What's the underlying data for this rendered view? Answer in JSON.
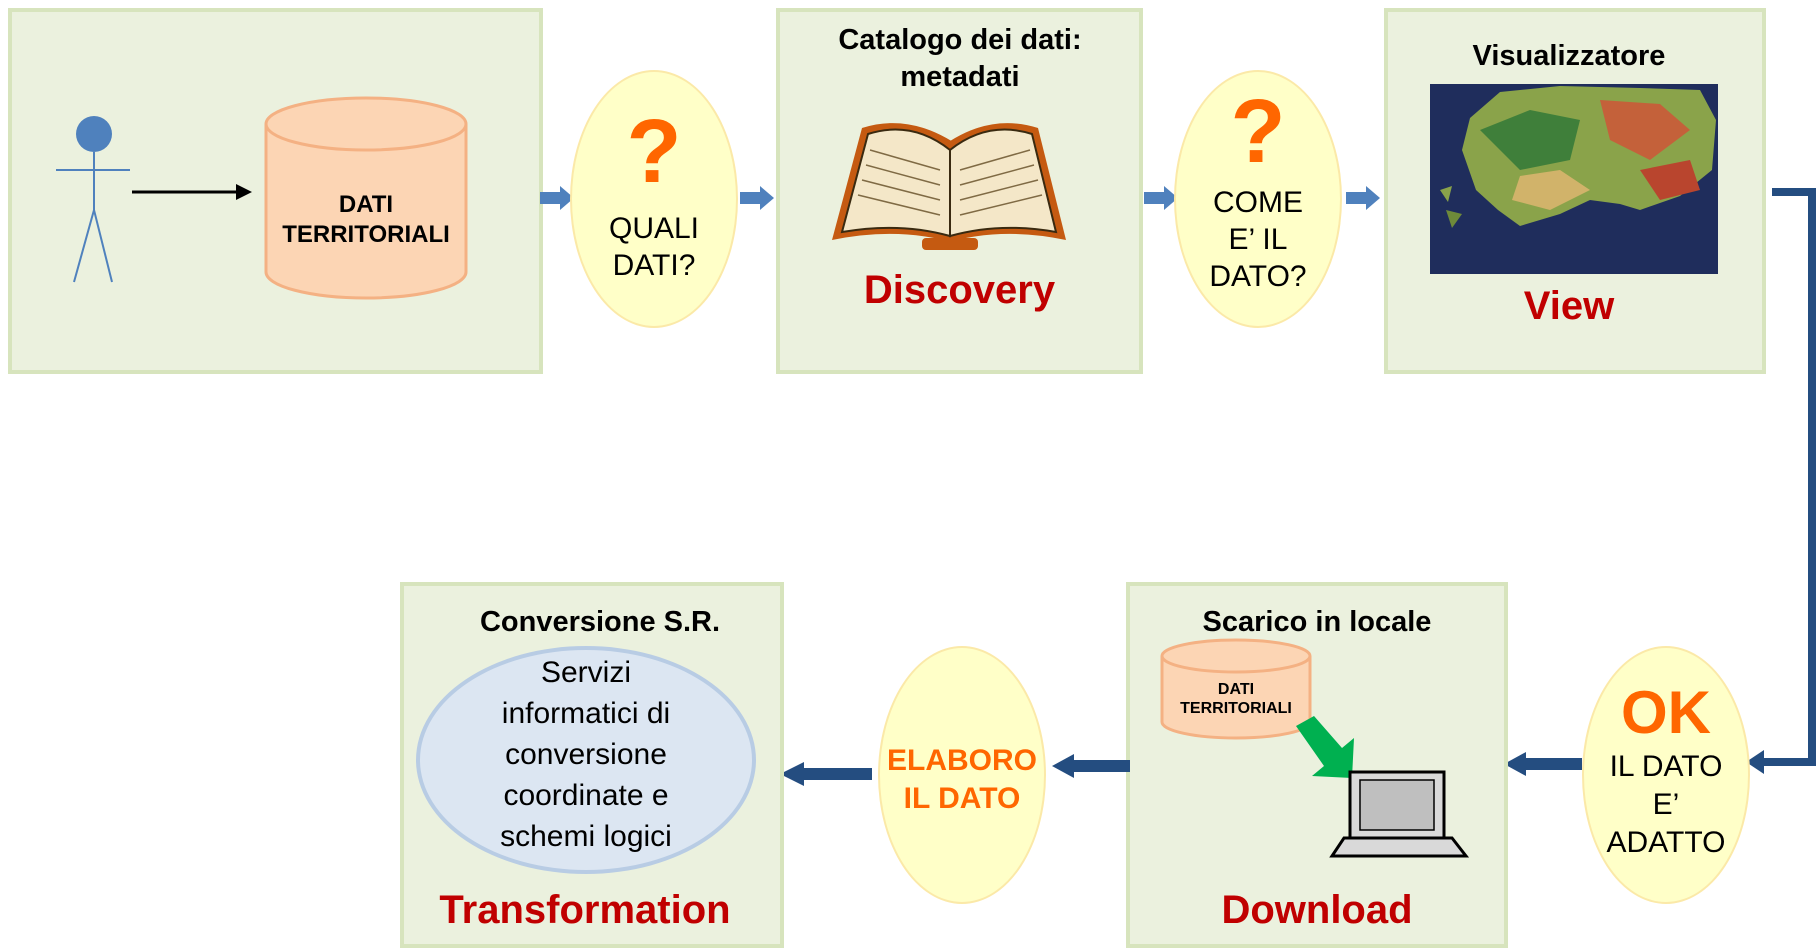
{
  "top_row": {
    "box1": {
      "cylinder_label": "DATI TERRITORIALI"
    },
    "q1": {
      "mark": "?",
      "text": "QUALI DATI?"
    },
    "box2": {
      "title": "Catalogo dei dati: metadati",
      "label": "Discovery"
    },
    "q2": {
      "mark": "?",
      "text": "COME E’ IL DATO?"
    },
    "box3": {
      "title": "Visualizzatore",
      "label": "View"
    }
  },
  "bottom_row": {
    "ok": {
      "mark": "OK",
      "text": "IL DATO E’ ADATTO"
    },
    "box4": {
      "title": "Scarico in locale",
      "cylinder_label": "DATI TERRITORIALI",
      "label": "Download"
    },
    "elaboro": {
      "text": "ELABORO IL DATO"
    },
    "box5": {
      "title": "Conversione S.R.",
      "ellipse_text": "Servizi informatici di conversione coordinate e schemi logici",
      "label": "Transformation"
    }
  },
  "colors": {
    "box_fill": "#ebf1de",
    "box_border": "#d7e4bd",
    "ellipse_fill": "#ffffc8",
    "accent_red": "#c00000",
    "accent_orange": "#ff6600",
    "arrow": "#2e5c8a"
  }
}
